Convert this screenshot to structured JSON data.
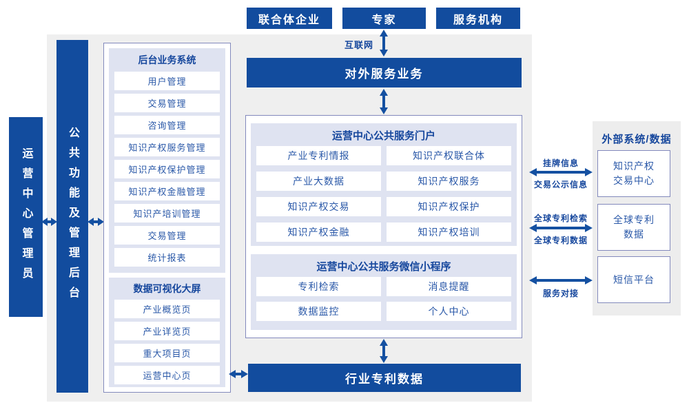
{
  "colors": {
    "primary_blue": "#124c9e",
    "lavender_panel": "#dfe3f1",
    "page_gray": "#efefef",
    "border_slate": "#8289bc",
    "item_text_blue": "#2a58a8",
    "header_text_blue": "#16479d"
  },
  "top_actors": [
    "联合体企业",
    "专家",
    "服务机构"
  ],
  "internet_label": "互联网",
  "external_service_bar": "对外服务业务",
  "left_column": {
    "admin_label": "运营中心管理员",
    "backend_bar_label": "公共功能及管理后台",
    "backend_system": {
      "title": "后台业务系统",
      "items": [
        "用户管理",
        "交易管理",
        "咨询管理",
        "知识产权服务管理",
        "知识产权保护管理",
        "知识产权金融管理",
        "知识产培训管理",
        "交易管理",
        "统计报表"
      ]
    },
    "dashboard": {
      "title": "数据可视化大屏",
      "items": [
        "产业概览页",
        "产业详览页",
        "重大项目页",
        "运营中心页"
      ]
    }
  },
  "center": {
    "portal": {
      "title": "运营中心公共服务门户",
      "items": [
        "产业专利情报",
        "知识产权联合体",
        "产业大数据",
        "知识产权服务",
        "知识产权交易",
        "知识产权保护",
        "知识产权金融",
        "知识产权培训"
      ]
    },
    "miniprogram": {
      "title": "运营中心公共服务微信小程序",
      "items": [
        "专利检索",
        "消息提醒",
        "数据监控",
        "个人中心"
      ]
    }
  },
  "bottom_bar": "行业专利数据",
  "right_panel": {
    "title": "外部系统/数据",
    "boxes": [
      {
        "line1": "知识产权",
        "line2": "交易中心"
      },
      {
        "line1": "全球专利",
        "line2": "数据"
      },
      {
        "line1": "短信平台",
        "line2": ""
      }
    ],
    "link_labels": [
      {
        "above": "挂牌信息",
        "below": "交易公示信息"
      },
      {
        "above": "全球专利检索",
        "below": "全球专利数据"
      },
      {
        "above": "",
        "below": "服务对接"
      }
    ]
  }
}
